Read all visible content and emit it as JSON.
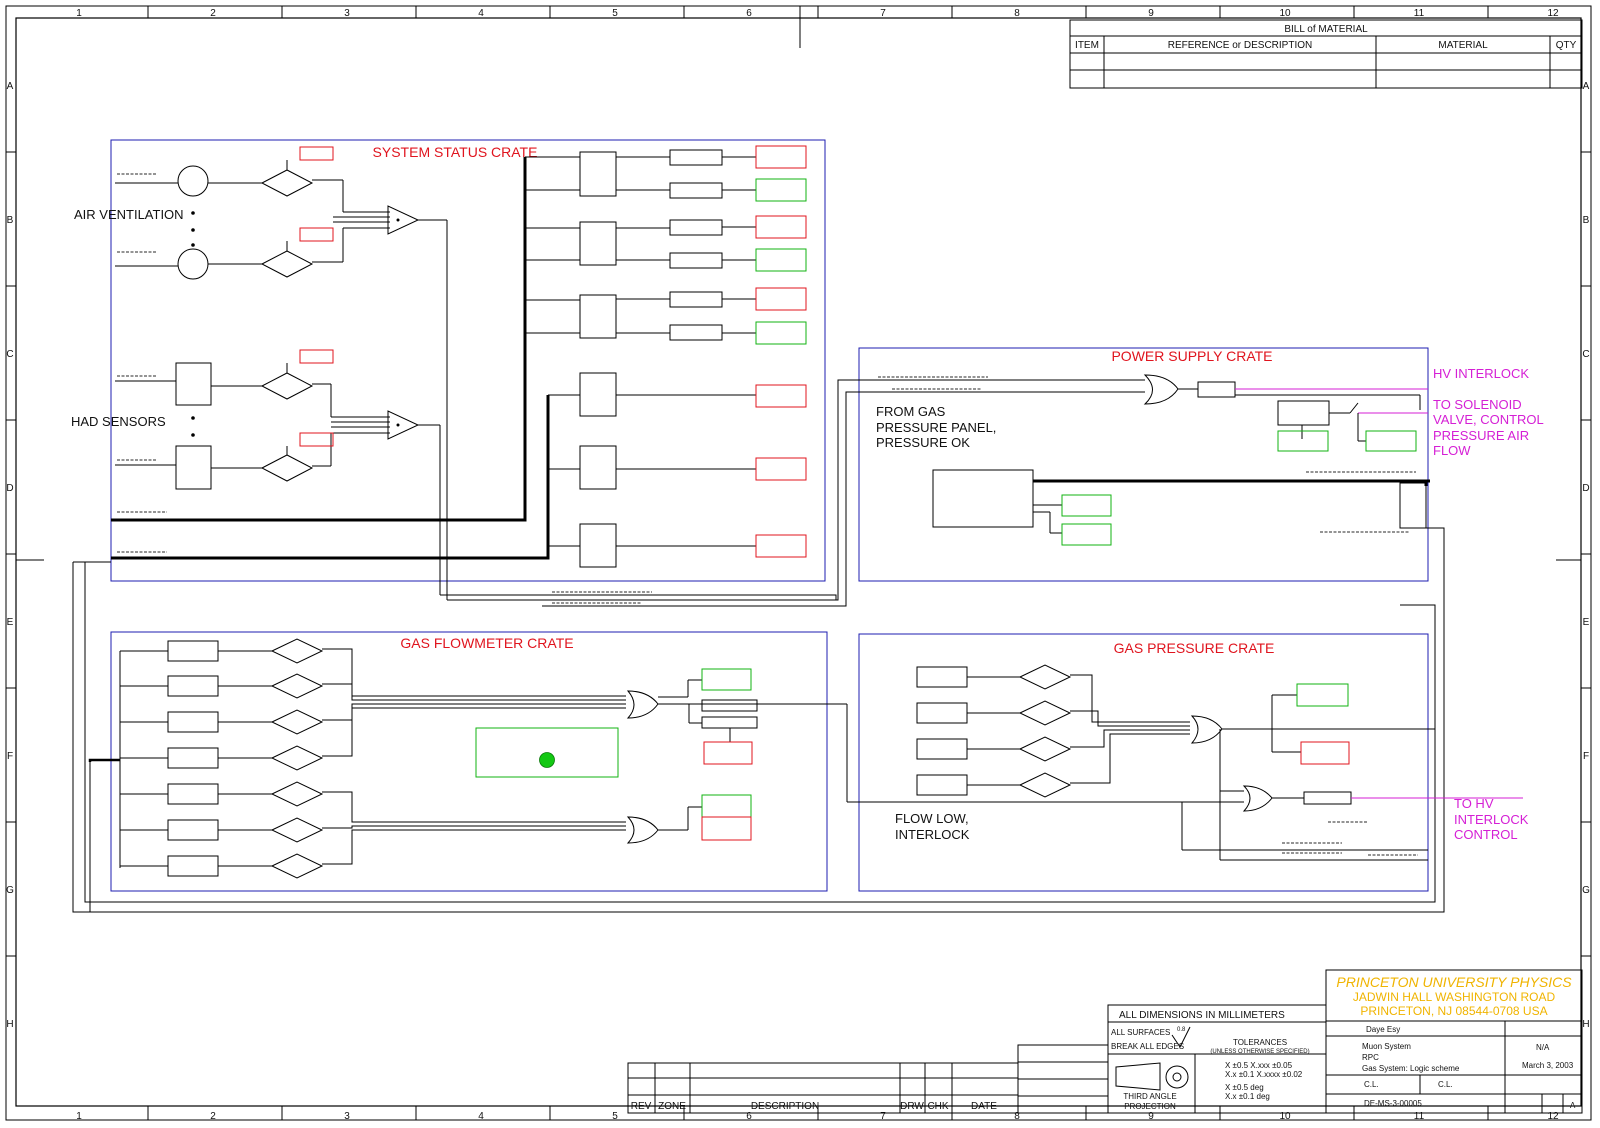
{
  "border": {
    "columns": [
      "1",
      "2",
      "3",
      "4",
      "5",
      "6",
      "7",
      "8",
      "9",
      "10",
      "11",
      "12"
    ],
    "rows": [
      "A",
      "B",
      "C",
      "D",
      "E",
      "F",
      "G",
      "H"
    ]
  },
  "bill_of_material": {
    "title": "BILL of MATERIAL",
    "headers": [
      "ITEM",
      "REFERENCE or DESCRIPTION",
      "MATERIAL",
      "QTY"
    ]
  },
  "crates": {
    "system_status": "SYSTEM STATUS CRATE",
    "power_supply": "POWER SUPPLY CRATE",
    "gas_flowmeter": "GAS FLOWMETER CRATE",
    "gas_pressure": "GAS PRESSURE CRATE"
  },
  "labels": {
    "air_ventilation": "AIR VENTILATION",
    "had_sensors": "HAD SENSORS",
    "from_gas_line1": "FROM GAS",
    "from_gas_line2": "PRESSURE PANEL,",
    "from_gas_line3": "PRESSURE OK",
    "flow_low_line1": "FLOW LOW,",
    "flow_low_line2": "INTERLOCK",
    "hv_interlock": "HV INTERLOCK",
    "solenoid_line1": "TO SOLENOID",
    "solenoid_line2": "VALVE, CONTROL",
    "solenoid_line3": "PRESSURE AIR",
    "solenoid_line4": "FLOW",
    "to_hv_line1": "TO HV",
    "to_hv_line2": "INTERLOCK",
    "to_hv_line3": "CONTROL"
  },
  "colors": {
    "red": "#e0141e",
    "green": "#12b312",
    "pink": "#d51fd5",
    "blue": "#1c1cb0",
    "yellow": "#f0b400"
  },
  "revision_block": {
    "headers": [
      "REV",
      "ZONE",
      "DESCRIPTION",
      "DRW",
      "CHK",
      "DATE"
    ]
  },
  "title_block": {
    "dimensions": "ALL DIMENSIONS IN MILLIMETERS",
    "surfaces": "ALL SURFACES",
    "finish": "0.8",
    "edges": "BREAK ALL EDGES",
    "projection_line1": "THIRD ANGLE",
    "projection_line2": "PROJECTION",
    "tolerances": "TOLERANCES",
    "tolerances_note": "(UNLESS OTHERWISE SPECIFIED)",
    "tol_line1": "X  ±0.5  X.xxx ±0.05",
    "tol_line2": "X.x ±0.1  X.xxxx ±0.02",
    "tol_line3": "X  ±0.5 deg",
    "tol_line4": "X.x ±0.1 deg",
    "org_name": "PRINCETON UNIVERSITY PHYSICS",
    "org_address1": "JADWIN HALL  WASHINGTON ROAD",
    "org_address2": "PRINCETON, NJ  08544-0708  USA",
    "designer": "Daye Esy",
    "title_line1": "Muon System",
    "title_line2": "RPC",
    "title_line3": "Gas System: Logic scheme",
    "scale": "N/A",
    "date": "March 3, 2003",
    "drawn_by": "C.L.",
    "checked_by": "C.L.",
    "drawing_no": "DE-MS-3-00005",
    "sheet": "A"
  }
}
